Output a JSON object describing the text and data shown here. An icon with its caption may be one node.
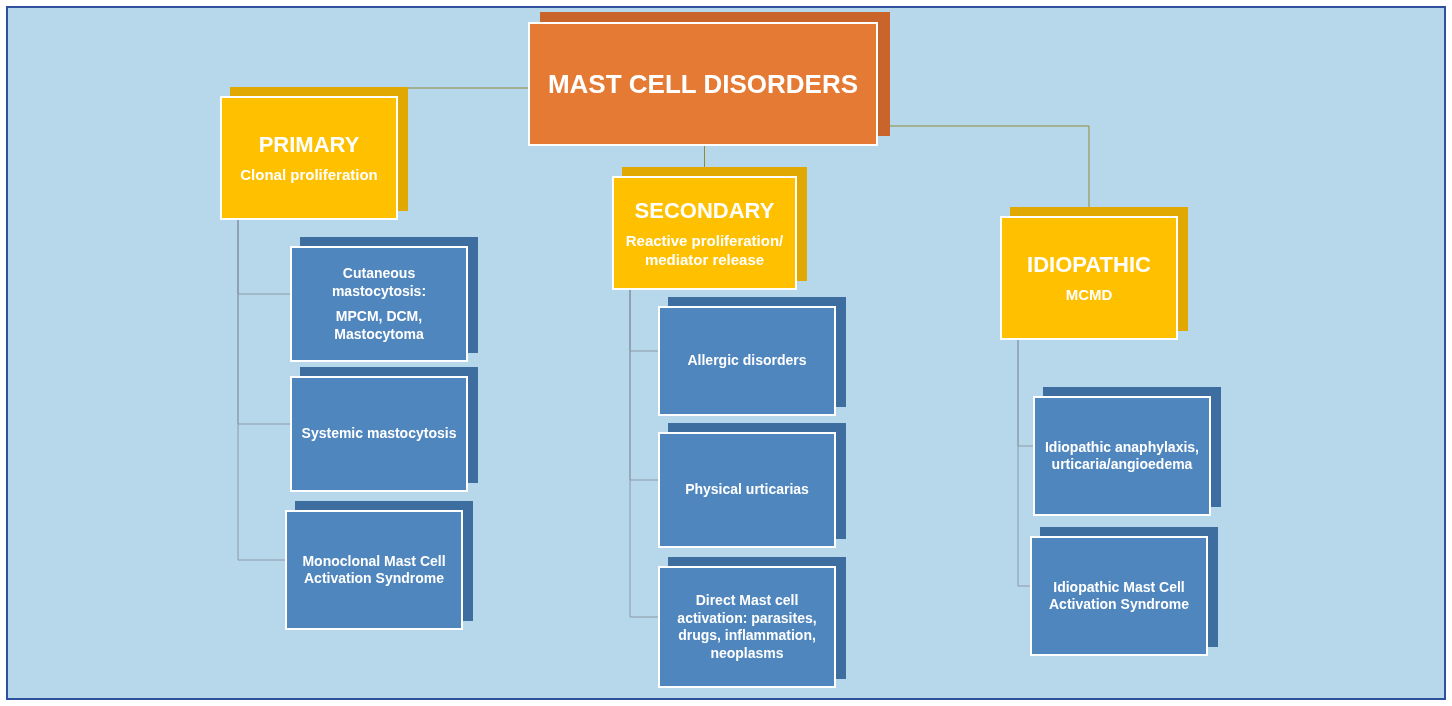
{
  "diagram": {
    "nodes": [
      {
        "text": [
          "MAST CELL DISORDERS"
        ]
      },
      {
        "text": [
          "PRIMARY",
          "Clonal proliferation"
        ]
      },
      {
        "text": [
          "SECONDARY",
          "Reactive proliferation/ mediator release"
        ]
      },
      {
        "text": [
          "IDIOPATHIC",
          "MCMD"
        ]
      },
      {
        "text": [
          "Cutaneous mastocytosis:",
          "MPCM, DCM, Mastocytoma"
        ]
      },
      {
        "text": [
          "Systemic mastocytosis"
        ]
      },
      {
        "text": [
          "Monoclonal Mast Cell Activation Syndrome"
        ]
      },
      {
        "text": [
          "Allergic disorders"
        ]
      },
      {
        "text": [
          "Physical urticarias"
        ]
      },
      {
        "text": [
          "Direct Mast cell activation: parasites, drugs, inflammation, neoplasms"
        ]
      },
      {
        "text": [
          "Idiopathic anaphylaxis, urticaria/angioedema"
        ]
      },
      {
        "text": [
          "Idiopathic Mast Cell Activation Syndrome"
        ]
      }
    ],
    "edges": [
      {
        "from": 0,
        "to": 1,
        "arrow": "none",
        "color": "#8d8a3c"
      },
      {
        "from": 0,
        "to": 2,
        "arrow": "none",
        "color": "#8d8a3c"
      },
      {
        "from": 0,
        "to": 3,
        "arrow": "none",
        "color": "#8d8a3c"
      },
      {
        "from": 1,
        "to": 4,
        "arrow": "none"
      },
      {
        "from": 1,
        "to": 5,
        "arrow": "none"
      },
      {
        "from": 1,
        "to": 6,
        "arrow": "none"
      },
      {
        "from": 2,
        "to": 7,
        "arrow": "none"
      },
      {
        "from": 2,
        "to": 8,
        "arrow": "none"
      },
      {
        "from": 2,
        "to": 9,
        "arrow": "none"
      },
      {
        "from": 3,
        "to": 10,
        "arrow": "none"
      },
      {
        "from": 3,
        "to": 11,
        "arrow": "none"
      }
    ]
  }
}
